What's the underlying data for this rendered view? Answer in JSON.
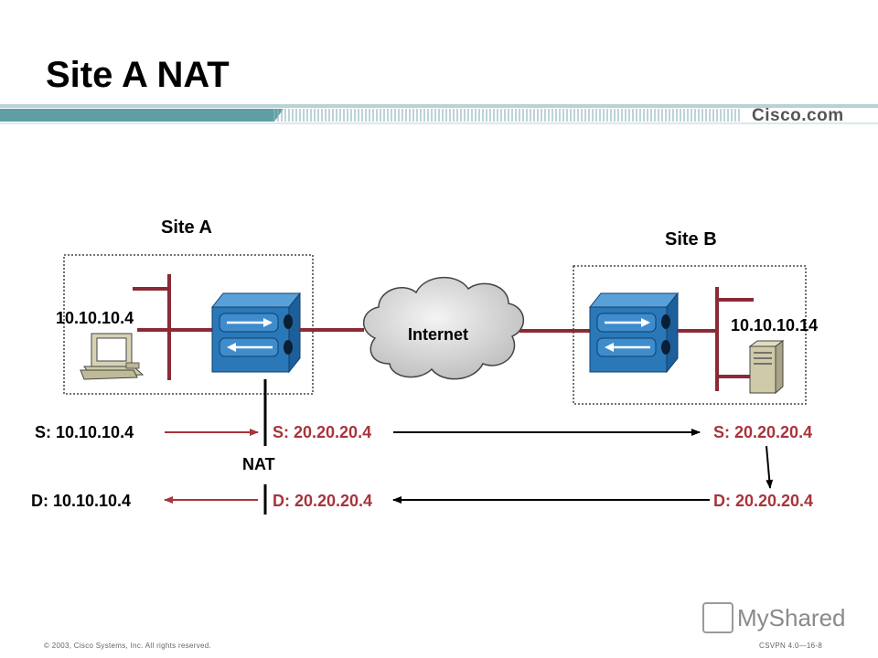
{
  "title": "Site A NAT",
  "brand": "Cisco.com",
  "site_a_label": "Site A",
  "site_b_label": "Site B",
  "host_a_ip": "10.10.10.4",
  "host_b_ip": "10.10.10.14",
  "cloud_label": "Internet",
  "nat_label": "NAT",
  "flow": {
    "src_inside": "S: 10.10.10.4",
    "src_outside": "S: 20.20.20.4",
    "src_remote": "S: 20.20.20.4",
    "dst_inside": "D: 10.10.10.4",
    "dst_outside": "D: 20.20.20.4",
    "dst_remote": "D: 20.20.20.4"
  },
  "footer": {
    "copyright": "© 2003, Cisco Systems, Inc. All rights reserved.",
    "course": "CSVPN 4.0—16-8"
  },
  "watermark": "MyShared",
  "colors": {
    "accent_red": "#a8343c",
    "router_blue": "#2a78b8",
    "banner_teal": "#5f9ea5"
  }
}
